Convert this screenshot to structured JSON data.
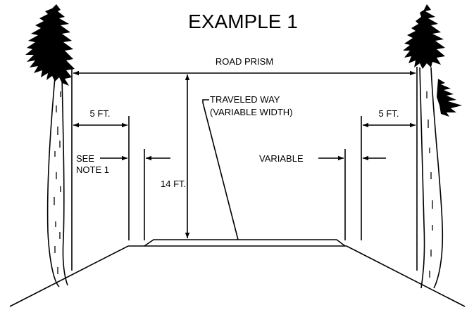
{
  "title": "EXAMPLE 1",
  "labels": {
    "road_prism": "ROAD PRISM",
    "traveled_way_line1": "TRAVELED WAY",
    "traveled_way_line2": "(VARIABLE WIDTH)",
    "left_clearance": "5 FT.",
    "right_clearance": "5 FT.",
    "see_note_line1": "SEE",
    "see_note_line2": "NOTE 1",
    "variable": "VARIABLE",
    "height": "14 FT."
  },
  "icons": [
    "left-tree-icon",
    "right-tree-icon"
  ]
}
